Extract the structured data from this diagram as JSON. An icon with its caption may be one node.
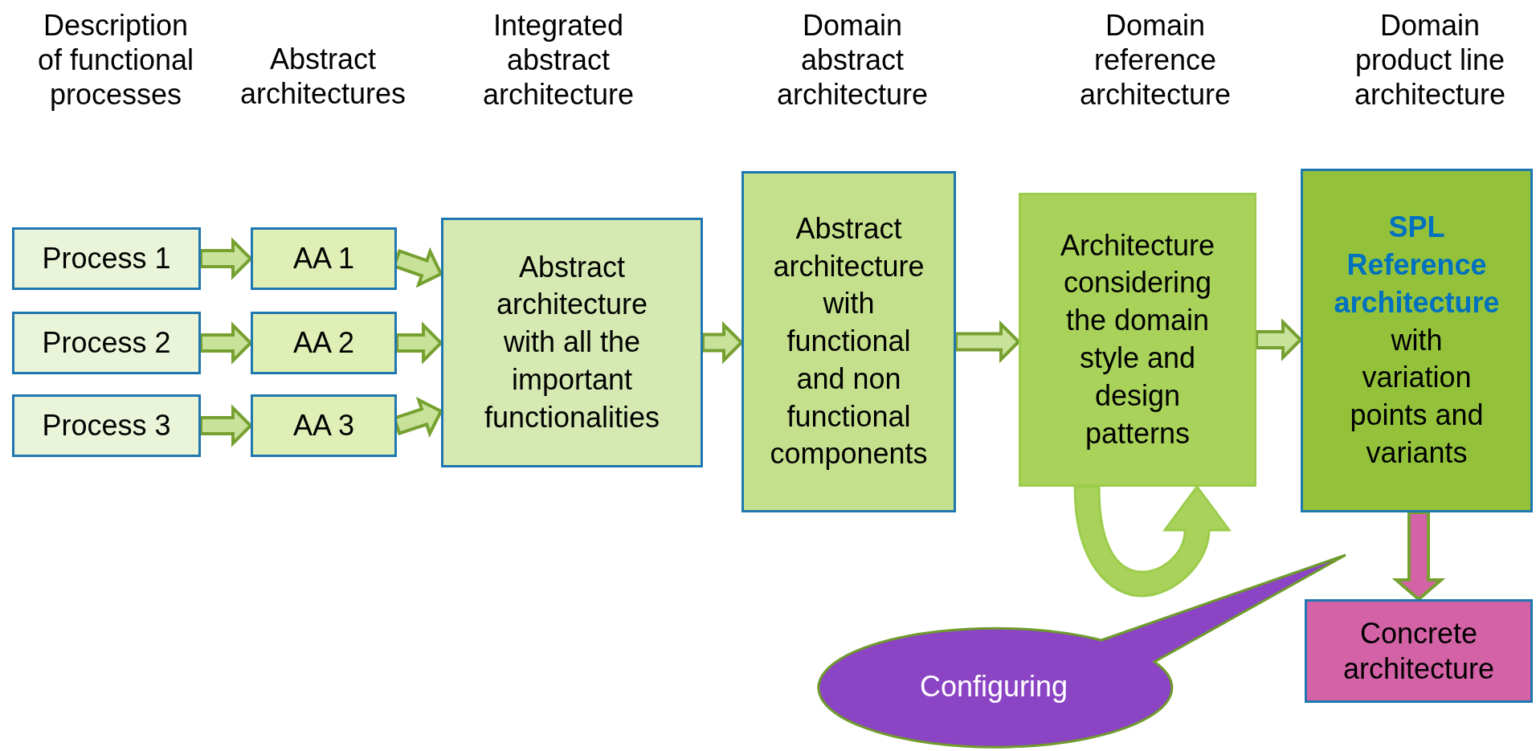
{
  "diagram": {
    "nodes": [
      {
        "text": [
          "Process 1"
        ]
      },
      {
        "text": [
          "Process 2"
        ]
      },
      {
        "text": [
          "Process 3"
        ]
      },
      {
        "text": [
          "AA 1"
        ]
      },
      {
        "text": [
          "AA 2"
        ]
      },
      {
        "text": [
          "AA 3"
        ]
      },
      {
        "text": [
          "Abstract architecture with all the important functionalities"
        ]
      },
      {
        "text": [
          "Abstract architecture with functional and non functional components"
        ]
      },
      {
        "text": [
          "Architecture considering the domain style and design patterns"
        ]
      },
      {
        "text": [
          "**SPL Reference architecture** with variation points and variants"
        ]
      },
      {
        "text": [
          "Concrete architecture"
        ]
      },
      {
        "text": [
          "Configuring"
        ]
      }
    ],
    "edges": [
      {
        "from": 0,
        "to": 3,
        "arrow": "to"
      },
      {
        "from": 1,
        "to": 4,
        "arrow": "to"
      },
      {
        "from": 2,
        "to": 5,
        "arrow": "to"
      },
      {
        "from": 3,
        "to": 6,
        "arrow": "to"
      },
      {
        "from": 4,
        "to": 6,
        "arrow": "to"
      },
      {
        "from": 5,
        "to": 6,
        "arrow": "to"
      },
      {
        "from": 6,
        "to": 7,
        "arrow": "to"
      },
      {
        "from": 7,
        "to": 8,
        "arrow": "to"
      },
      {
        "from": 8,
        "to": 9,
        "arrow": "to"
      },
      {
        "from": 9,
        "to": 10,
        "arrow": "to",
        "color": "#d462a6"
      },
      {
        "from": 8,
        "to": 8,
        "arrow": "to"
      }
    ],
    "labels": [
      "Description of functional processes",
      "Abstract architectures",
      "Integrated abstract architecture",
      "Domain abstract architecture",
      "Domain reference architecture",
      "Domain product line architecture"
    ]
  }
}
